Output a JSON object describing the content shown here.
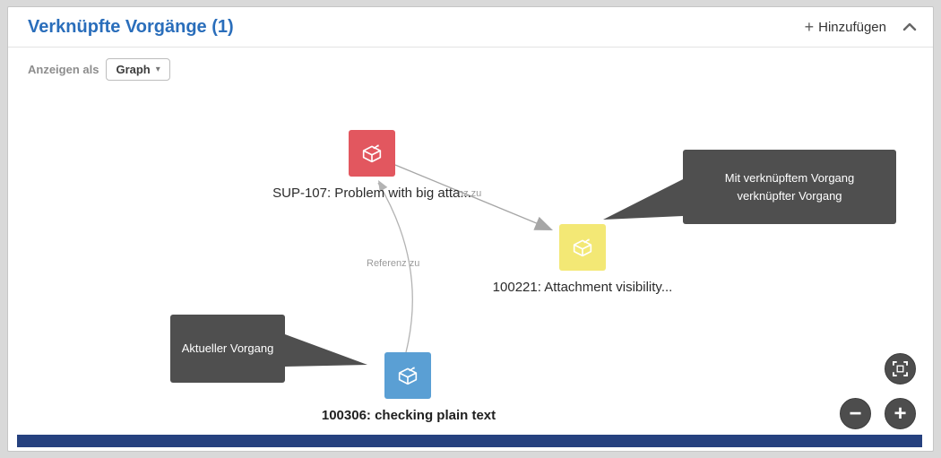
{
  "panel": {
    "title": "Verknüpfte Vorgänge (1)",
    "add_icon": "+",
    "add_button": "Hinzufügen",
    "display_as": "Anzeigen als",
    "view_mode": "Graph",
    "caret": "▾"
  },
  "graph": {
    "nodes": [
      {
        "label": "SUP-107: Problem with big atta...",
        "color": "#e2575f",
        "current": false
      },
      {
        "label": "100221: Attachment visibility...",
        "color": "#f3e875",
        "current": false
      },
      {
        "label": "100306: checking plain text",
        "color": "#5a9fd4",
        "current": true
      }
    ],
    "edge_labels": [
      "nz zu",
      "Referenz zu"
    ],
    "tooltips": [
      {
        "line1": "Mit verknüpftem Vorgang",
        "line2": "verknüpfter Vorgang"
      },
      {
        "line1": "Aktueller Vorgang",
        "line2": ""
      }
    ]
  },
  "controls": {
    "zoom_out": "−",
    "zoom_in": "+"
  },
  "colors": {
    "title": "#2a6ebb",
    "tooltip_bg": "#4f4f4f",
    "edge": "#a6a6a6",
    "footer_bar": "#26417f"
  }
}
